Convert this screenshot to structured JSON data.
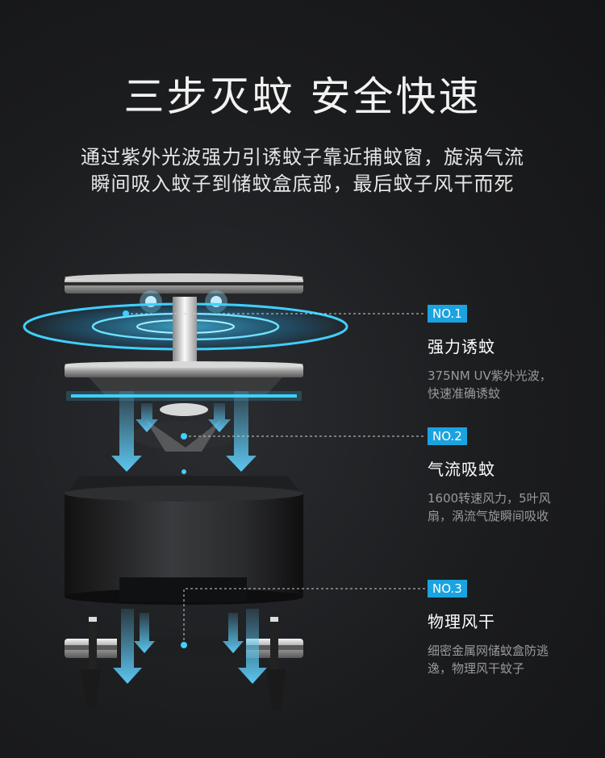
{
  "title": "三步灭蚊 安全快速",
  "subtitle_lines": [
    "通过紫外光波强力引诱蚊子靠近捕蚊窗，旋涡气流",
    "瞬间吸入蚊子到储蚊盒底部，最后蚊子风干而死"
  ],
  "steps": [
    {
      "badge": "NO.1",
      "title": "强力诱蚊",
      "desc": "375NM UV紫外光波，快速准确诱蚊"
    },
    {
      "badge": "NO.2",
      "title": "气流吸蚊",
      "desc": "1600转速风力，5叶风扇，涡流气旋瞬间吸收"
    },
    {
      "badge": "NO.3",
      "title": "物理风干",
      "desc": "细密金属网储蚊盒防逃逸，物理风干蚊子"
    }
  ],
  "colors": {
    "accent": "#1aa3e0",
    "glow": "#3fd0ff",
    "arrow": "#5cc6f0"
  }
}
